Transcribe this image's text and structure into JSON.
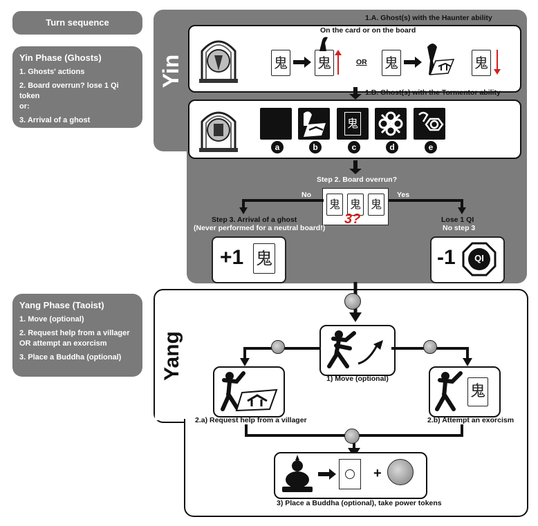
{
  "header": {
    "turn_sequence": "Turn sequence"
  },
  "yin_sidebar": {
    "title": "Yin Phase (Ghosts)",
    "items": [
      "1. Ghosts' actions",
      "2. Board overrun? lose 1 Qi token",
      "or:",
      "3. Arrival of a ghost"
    ]
  },
  "yang_sidebar": {
    "title": "Yang Phase (Taoist)",
    "items": [
      "1. Move (optional)",
      "2. Request help from a villager OR attempt an exorcism",
      "3. Place a Buddha (optional)"
    ]
  },
  "yin": {
    "label": "Yin",
    "step1a": "1.A. Ghost(s) with the Haunter ability",
    "card_or_board": "On the card or on the board",
    "or": "OR",
    "step1b": "1.B. Ghost(s) with the Tormentor ability",
    "tormentor_badges": [
      "a",
      "b",
      "c",
      "d",
      "e"
    ],
    "step2": "Step 2. Board overrun?",
    "no": "No",
    "yes": "Yes",
    "overrun_count": "3?",
    "step3": "Step 3. Arrival of a ghost",
    "step3_note": "(Never performed for a neutral board!)",
    "plus_one": "+1",
    "lose_qi": "Lose 1 QI",
    "no_step3": "No step 3",
    "minus_one": "-1",
    "qi": "QI",
    "ghost_glyph": "鬼"
  },
  "yang": {
    "label": "Yang",
    "move": "1) Move (optional)",
    "request_help": "2.a) Request help from a villager",
    "exorcism": "2.b)  Attempt an exorcism",
    "buddha": "3) Place a Buddha (optional), take power tokens",
    "plus": "+"
  },
  "colors": {
    "panel_gray": "#7a7a7a",
    "yin_gray": "#7c7c7c",
    "arrow_red": "#d42020",
    "ink": "#111111"
  }
}
